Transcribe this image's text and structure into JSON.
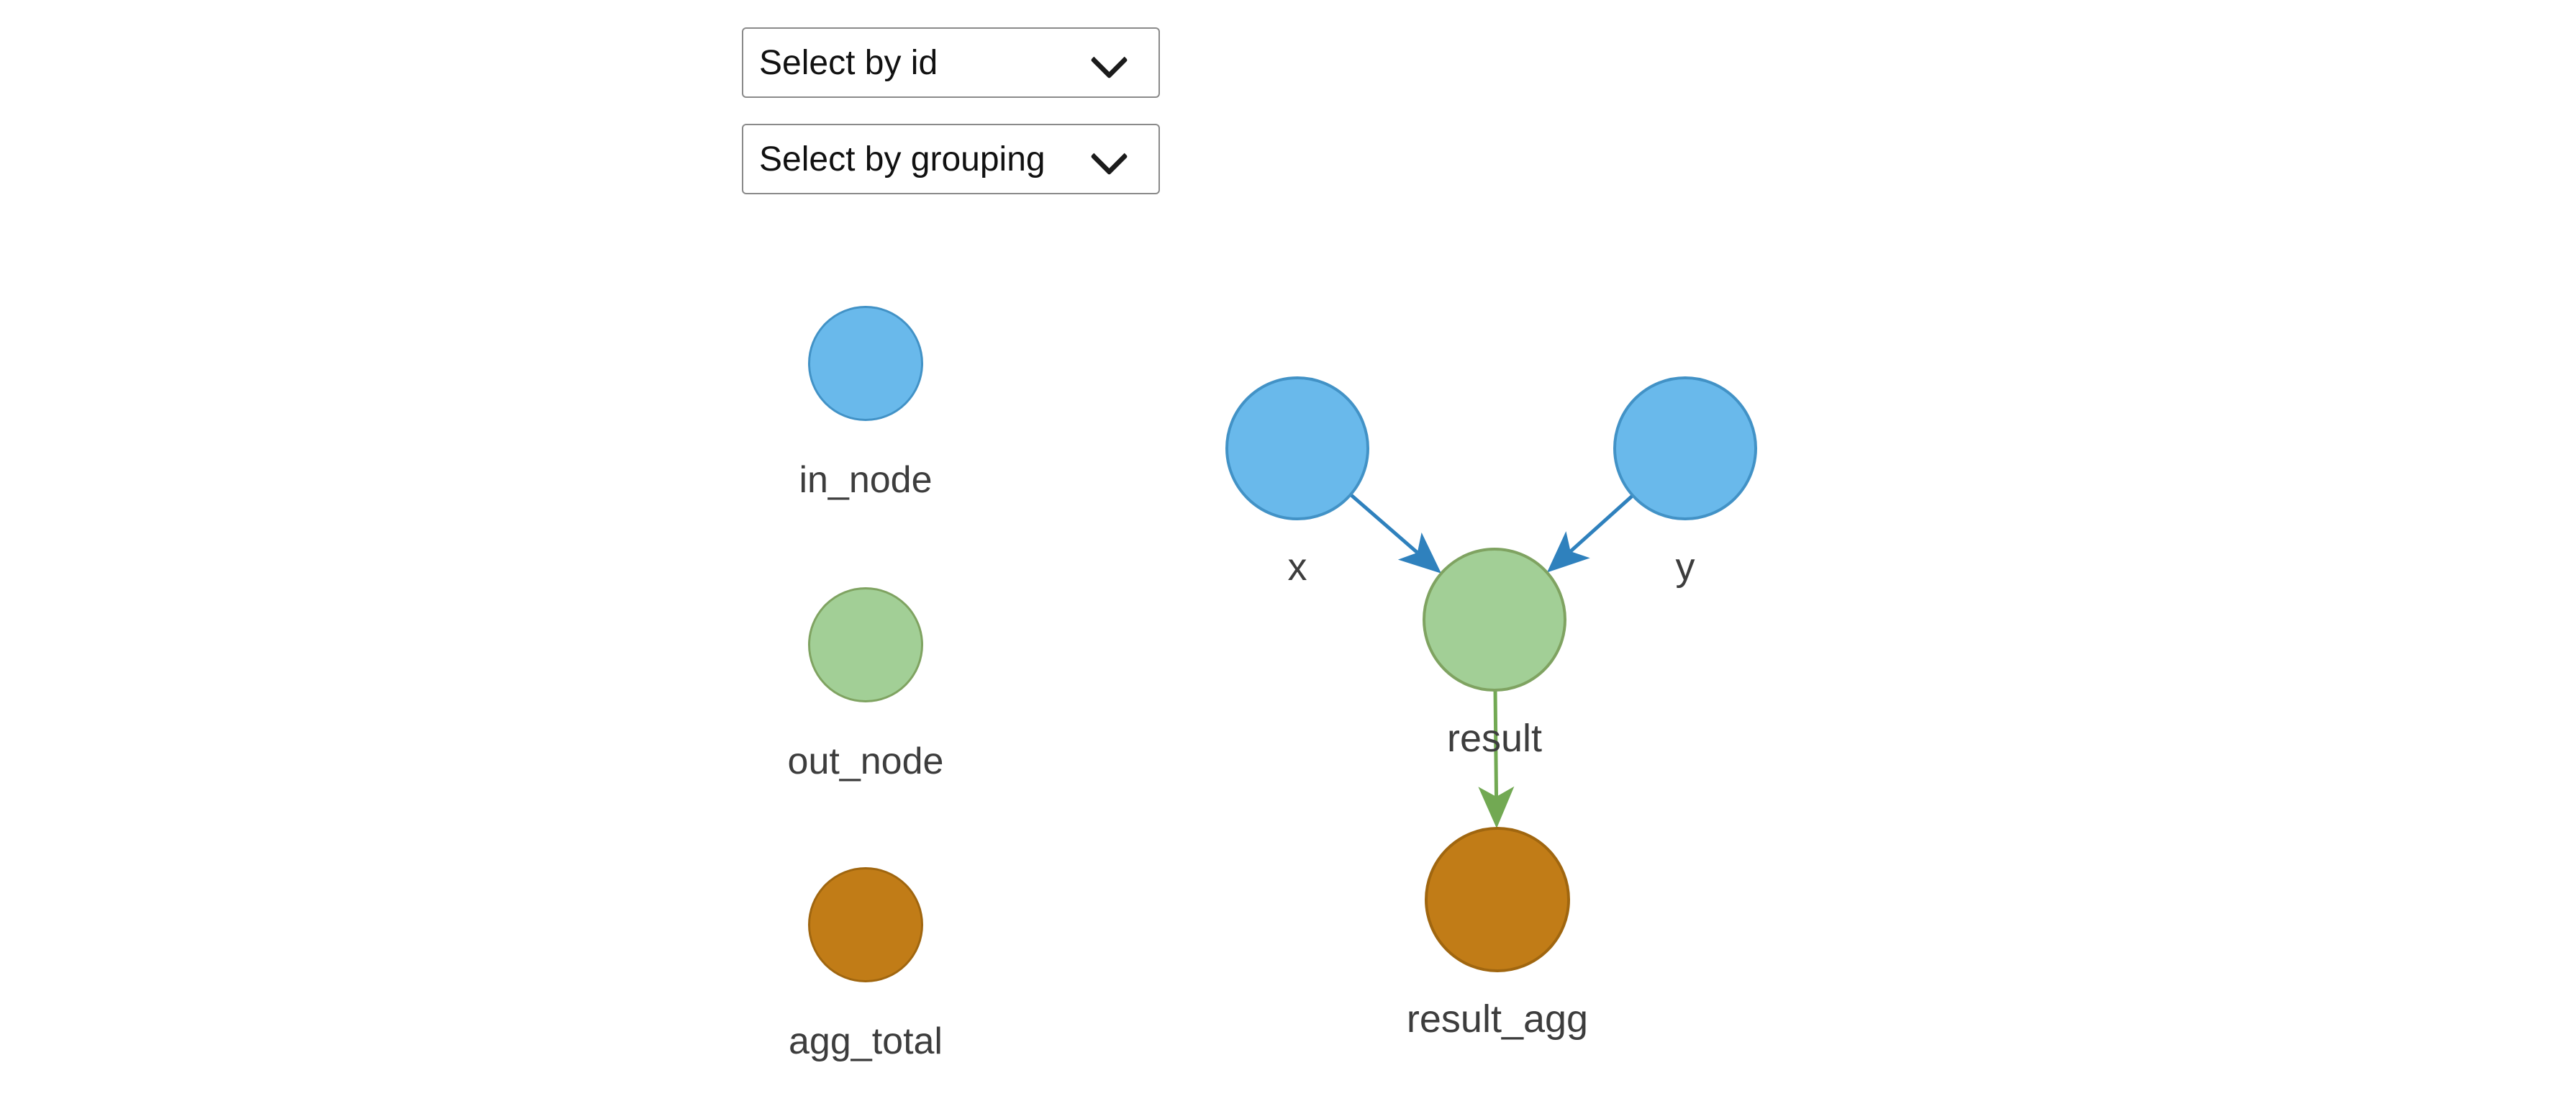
{
  "controls": {
    "select_by_id": {
      "value": "Select by id"
    },
    "select_by_grouping": {
      "value": "Select by grouping"
    }
  },
  "legend": {
    "items": [
      {
        "label": "in_node",
        "group": "in_node"
      },
      {
        "label": "out_node",
        "group": "out_node"
      },
      {
        "label": "agg_total",
        "group": "agg_total"
      }
    ]
  },
  "graph": {
    "nodes": [
      {
        "id": "x",
        "label": "x",
        "group": "in_node"
      },
      {
        "id": "y",
        "label": "y",
        "group": "in_node"
      },
      {
        "id": "result",
        "label": "result",
        "group": "out_node"
      },
      {
        "id": "result_agg",
        "label": "result_agg",
        "group": "agg_total"
      }
    ],
    "edges": [
      {
        "from": "x",
        "to": "result",
        "color": "#2f81bd"
      },
      {
        "from": "y",
        "to": "result",
        "color": "#2f81bd"
      },
      {
        "from": "result",
        "to": "result_agg",
        "color": "#72a953"
      }
    ]
  },
  "colors": {
    "groups": {
      "in_node": {
        "fill": "#69b9eb",
        "stroke": "#4292c6"
      },
      "out_node": {
        "fill": "#a2cf96",
        "stroke": "#7fa361"
      },
      "agg_total": {
        "fill": "#c17c17",
        "stroke": "#a0660f"
      }
    },
    "label_text": "#3d3d3d",
    "select_border": "#8a8a8a"
  }
}
